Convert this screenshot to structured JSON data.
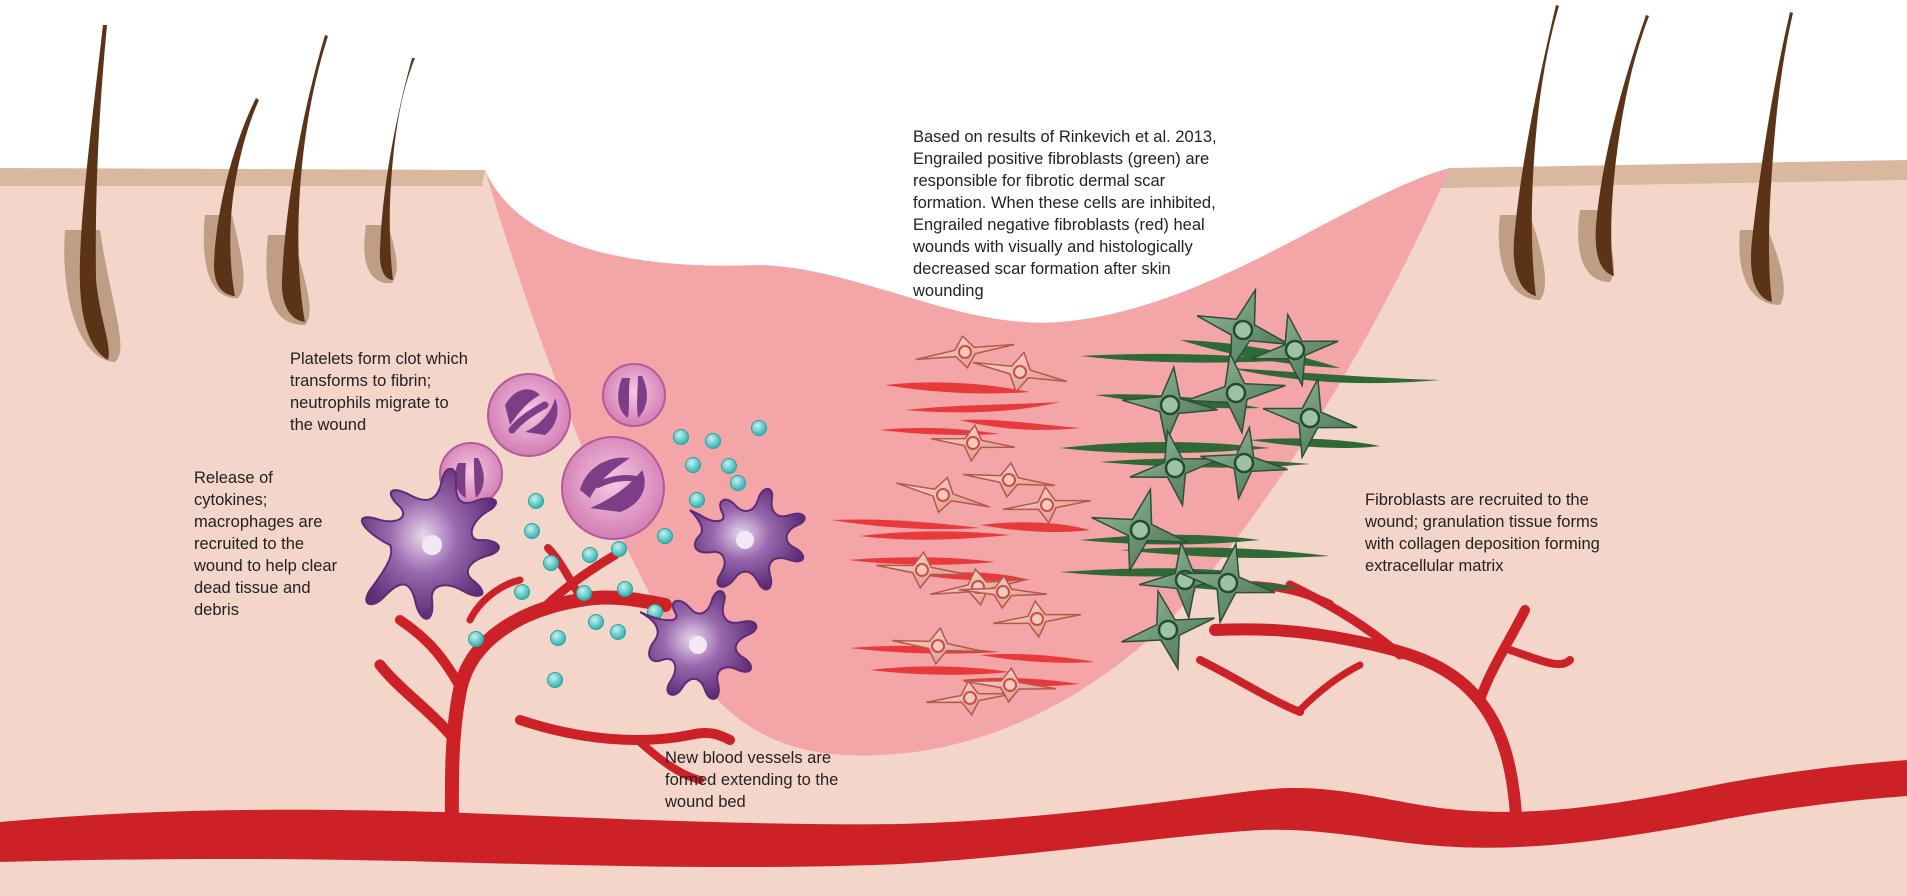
{
  "labels": {
    "scar_note": [
      "Based on results of Rinkevich et al. 2013,",
      "Engrailed positive fibroblasts (green) are",
      "responsible for fibrotic dermal scar",
      "formation. When these cells are inhibited,",
      "Engrailed negative fibroblasts (red) heal",
      "wounds with visually and histologically",
      "decreased scar formation after skin",
      "wounding"
    ],
    "platelets": [
      "Platelets form clot which",
      "transforms to fibrin;",
      "neutrophils migrate to",
      "the wound"
    ],
    "cytokines": [
      "Release of",
      "cytokines;",
      "macrophages are",
      "recruited to the",
      "wound to help clear",
      "dead tissue and",
      "debris"
    ],
    "fibroblasts": [
      "Fibroblasts are recruited to the",
      "wound; granulation tissue forms",
      "with collagen deposition forming",
      "extracellular matrix"
    ],
    "vessels": [
      "New blood vessels are",
      "formed extending to the",
      "wound bed"
    ]
  },
  "colors": {
    "skin_dermis": "#f3d5c9",
    "skin_epidermis": "#d9b89f",
    "wound": "#f4a5a8",
    "hair": "#5b3417",
    "hair_follicle": "#bf9e85",
    "blood_vessel": "#cc2127",
    "neutrophil": "#e59dc7",
    "neutrophil_nucleus": "#7d3e87",
    "macrophage": "#7b4390",
    "platelet": "#4fc6c4",
    "fibroblast_red": "#e8a396",
    "fibroblast_green": "#4f7e5d",
    "collagen_green": "#2f6a36",
    "fibrin_red": "#e83a3a"
  },
  "icons": {
    "hair": "hair-follicle-icon",
    "neutrophil": "neutrophil-icon",
    "macrophage": "macrophage-icon",
    "platelet": "platelet-icon",
    "fibroblast_red": "engrailed-negative-fibroblast-icon",
    "fibroblast_green": "engrailed-positive-fibroblast-icon",
    "vessel": "blood-vessel-icon"
  }
}
